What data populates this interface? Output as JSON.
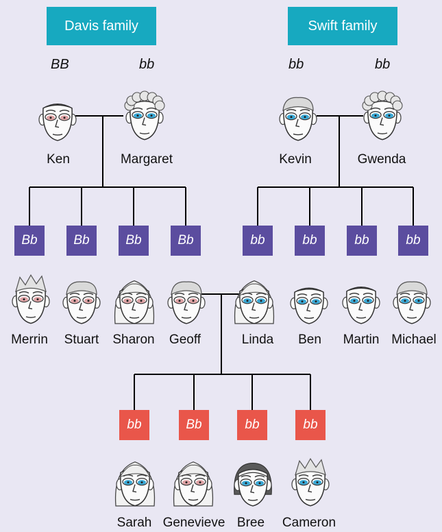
{
  "families": {
    "davis": {
      "label": "Davis family",
      "parent_genotypes": [
        "BB",
        "bb"
      ]
    },
    "swift": {
      "label": "Swift family",
      "parent_genotypes": [
        "bb",
        "bb"
      ]
    }
  },
  "parents": {
    "davis": [
      "Ken",
      "Margaret"
    ],
    "swift": [
      "Kevin",
      "Gwenda"
    ]
  },
  "children": {
    "davis": {
      "genotypes": [
        "Bb",
        "Bb",
        "Bb",
        "Bb"
      ],
      "names": [
        "Merrin",
        "Stuart",
        "Sharon",
        "Geoff"
      ]
    },
    "swift": {
      "genotypes": [
        "bb",
        "bb",
        "bb",
        "bb"
      ],
      "names": [
        "Linda",
        "Ben",
        "Martin",
        "Michael"
      ]
    }
  },
  "grandchildren": {
    "genotypes": [
      "bb",
      "Bb",
      "bb",
      "bb"
    ],
    "names": [
      "Sarah",
      "Genevieve",
      "Bree",
      "Cameron"
    ]
  },
  "colors": {
    "banner": "#17a9c0",
    "davis_children_box": "#5b4d9f",
    "swift_children_box": "#5b4d9f",
    "grandchildren_box": "#e9564a",
    "brown_eyes": "#e0a4a6",
    "blue_eyes": "#3aa9d6"
  }
}
